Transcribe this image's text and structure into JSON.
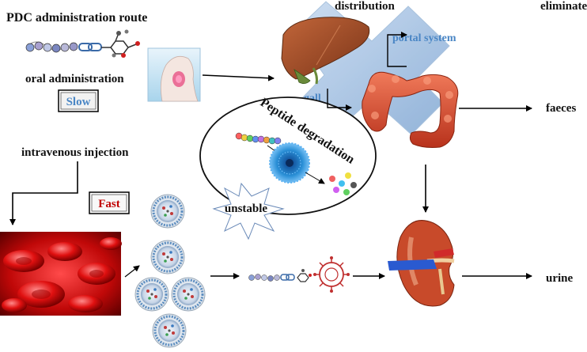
{
  "labels": {
    "title": "PDC administration route",
    "oral": "oral administration",
    "slow": "Slow",
    "intravenous": "intravenous injection",
    "fast": "Fast",
    "distribution": "distribution",
    "eliminate": "eliminate",
    "portal": "portal system",
    "gall": "gall",
    "peptide": "Peptide degradation",
    "unstable": "unstable",
    "faeces": "faeces",
    "urine": "urine"
  },
  "colors": {
    "blue_text": "#4a86c5",
    "fast_text": "#c00000",
    "slow_text": "#4a86c5",
    "portal_shape": "#8fb4dc",
    "organ_red": "#d9462e",
    "liver": "#9a4a2a",
    "nanoparticle": "#2a8fd6"
  },
  "icons": [
    "peptide-chain-icon",
    "throat-icon",
    "liver-icon",
    "colon-icon",
    "kidney-icon",
    "blood-cells-icon",
    "micelle-icon",
    "nanoparticle-icon",
    "virus-icon"
  ]
}
